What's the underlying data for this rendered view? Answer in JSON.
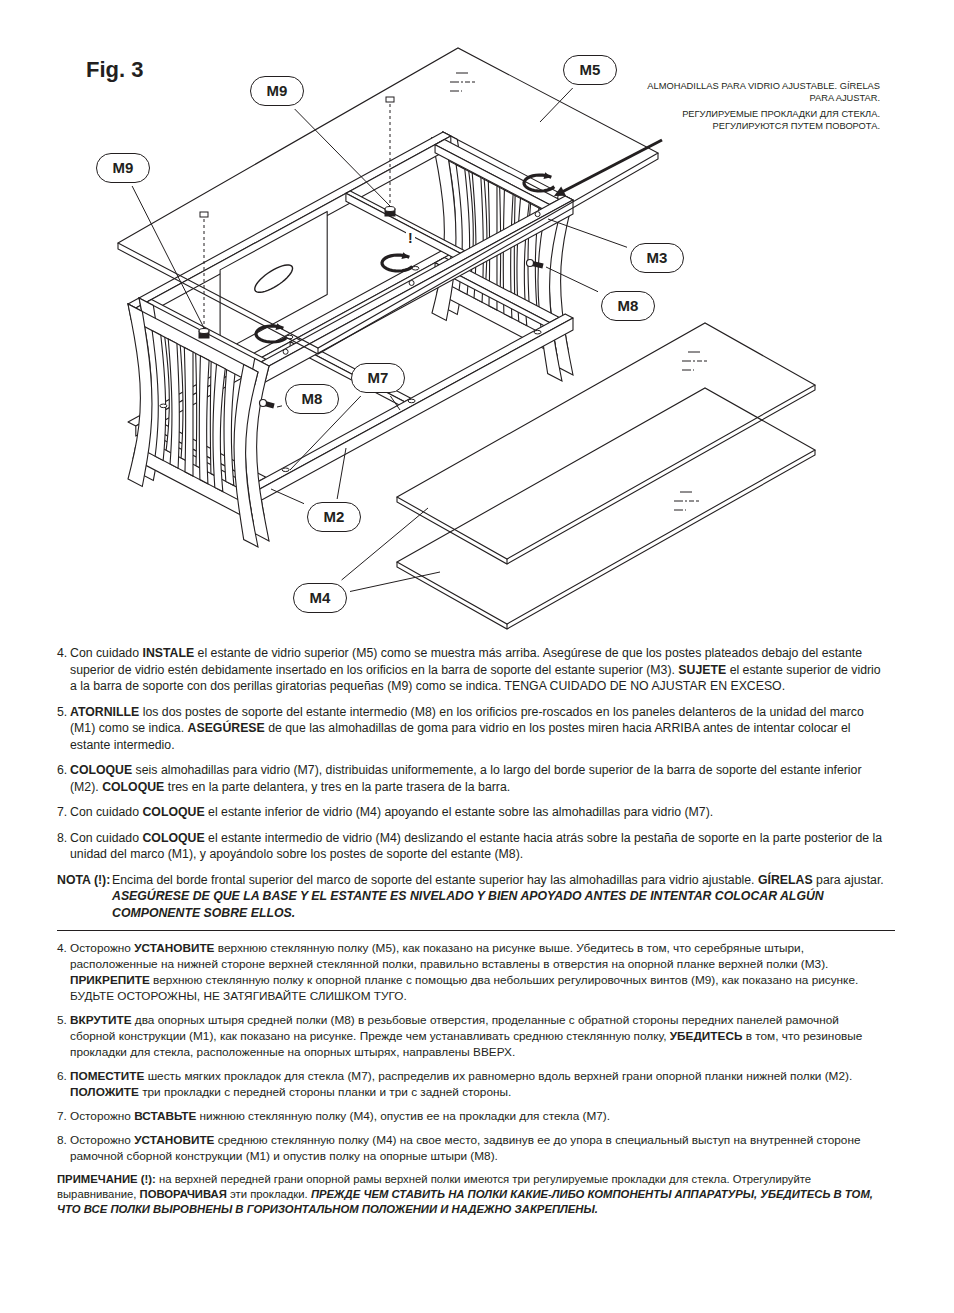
{
  "diagram": {
    "nodes": [
      {
        "text": [
          "M5"
        ]
      },
      {
        "text": [
          "M9"
        ]
      },
      {
        "text": [
          "M9"
        ]
      },
      {
        "text": [
          "M3"
        ]
      },
      {
        "text": [
          "M8"
        ]
      },
      {
        "text": [
          "M7"
        ]
      },
      {
        "text": [
          "M8"
        ]
      },
      {
        "text": [
          "M2"
        ]
      },
      {
        "text": [
          "M4"
        ]
      }
    ],
    "labels": [
      "Fig. 3",
      "ALMOHADILLAS PARA VIDRIO AJUSTABLE. GÍRELAS PARA AJUSTAR.",
      "РЕГУЛИРУЕМЫЕ ПРОКЛАДКИ ДЛЯ СТЕКЛА. РЕГУЛИРУЮТСЯ ПУТЕМ ПОВОРОТА.",
      "!",
      "4.",
      "Con cuidado",
      "INSTALE",
      "el estante de vidrio superior (M5) como se muestra más arriba. Asegúrese de que los postes plateados debajo del estante superior de vidrio estén debidamente insertado en los orificios en la barra de soporte del estante superior (M3).",
      "SUJETE",
      "el estante superior de vidrio a la barra de soporte con dos perillas giratorias pequeñas (M9) como se indica. TENGA CUIDADO DE NO AJUSTAR EN EXCESO.",
      "5.",
      "ATORNILLE",
      "los dos postes de soporte del estante intermedio (M8) en los orificios pre-roscados en los paneles delanteros de la unidad del marco (M1) como se indica.",
      "ASEGÚRESE",
      "de que las almohadillas de goma para vidrio en los postes miren hacia ARRIBA antes de intentar colocar el estante intermedio.",
      "6.",
      "COLOQUE",
      "seis almohadillas para vidrio (M7), distribuidas uniformemente, a lo largo del borde superior de la barra de soporte del estante inferior (M2).",
      "COLOQUE",
      "tres en la parte delantera, y tres en la parte trasera de la barra.",
      "7.",
      "Con cuidado",
      "COLOQUE",
      "el estante inferior de vidrio (M4) apoyando el estante sobre las almohadillas para vidrio (M7).",
      "8.",
      "Con cuidado",
      "COLOQUE",
      "el estante intermedio de vidrio (M4) deslizando el estante hacia atrás sobre la pestaña de soporte en la parte posterior de la unidad del marco (M1), y apoyándolo sobre los postes de soporte del estante (M8).",
      "NOTA (!):",
      "Encima del borde frontal superior del marco de soporte del estante superior hay las almohadillas para vidrio ajustable.",
      "GÍRELAS",
      "para ajustar.",
      "ASEGÚRESE DE QUE LA BASE Y EL ESTANTE ES NIVELADO Y BIEN APOYADO ANTES DE INTENTAR COLOCAR ALGÚN COMPONENTE SOBRE ELLOS.",
      "4.",
      "Осторожно",
      "УСТАНОВИТЕ",
      "верхнюю стеклянную полку (M5), как показано на рисунке выше. Убедитесь в том, что серебряные штыри, расположенные на нижней стороне верхней стеклянной полки, правильно вставлены в отверстия на опорной планке верхней полки (M3).",
      "ПРИКРЕПИТЕ",
      "верхнюю стеклянную полку к опорной планке с помощью два небольших регулировочных винтов (M9), как показано на рисунке. БУДЬТЕ ОСТОРОЖНЫ, НЕ ЗАТЯГИВАЙТЕ СЛИШКОМ ТУГО.",
      "5.",
      "ВКРУТИТЕ",
      "два опорных штыря средней полки (M8) в резьбовые отверстия, проделанные с обратной стороны передних панелей рамочной сборной конструкции (M1), как показано на рисунке. Прежде чем устанавливать среднюю стеклянную полку,",
      "УБЕДИТЕСЬ",
      "в том, что резиновые прокладки для стекла, расположенные на опорных штырях, направлены ВВЕРХ.",
      "6.",
      "ПОМЕСТИТЕ",
      "шесть мягких прокладок для стекла (M7), распределив их равномерно вдоль верхней грани опорной планки нижней полки (M2).",
      "ПОЛОЖИТЕ",
      "три прокладки с передней стороны планки и три с задней стороны.",
      "7.",
      "Осторожно",
      "ВСТАВЬТЕ",
      "нижнюю стеклянную полку (M4), опустив ее на прокладки для стекла (M7).",
      "8.",
      "Осторожно",
      "УСТАНОВИТЕ",
      "среднюю стеклянную полку (M4) на свое место, задвинув ее до упора в специальный выступ на внутренней стороне рамочной сборной конструкции (M1) и опустив полку на опорные штыри (M8).",
      "ПРИМЕЧАНИЕ (!):",
      "на верхней передней грани опорной рамы верхней полки имеются три регулируемые прокладки для стекла. Отрегулируйте выравнивание,",
      "ПОВОРАЧИВАЯ",
      "эти прокладки.",
      "ПРЕЖДЕ ЧЕМ СТАВИТЬ НА ПОЛКИ КАКИЕ-ЛИБО КОМПОНЕНТЫ АППАРАТУРЫ, УБЕДИТЕСЬ В ТОМ, ЧТО ВСЕ ПОЛКИ ВЫРОВНЕНЫ В ГОРИЗОНТАЛЬНОМ ПОЛОЖЕНИИ И НАДЕЖНО ЗАКРЕПЛЕНЫ."
    ]
  }
}
